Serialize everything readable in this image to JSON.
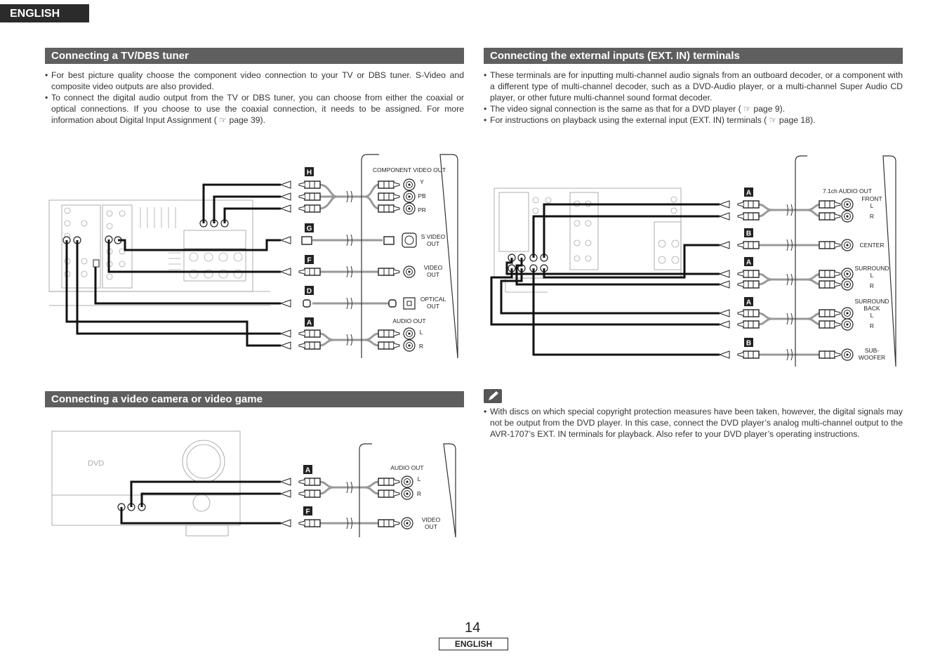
{
  "header": {
    "language_tab": "ENGLISH"
  },
  "sections": {
    "tv_dbs": {
      "title": "Connecting a TV/DBS tuner",
      "bullets": [
        "For best picture quality choose the component video connection to your TV or DBS tuner. S-Video and composite video outputs are also provided.",
        "To connect the digital audio output from the TV or DBS tuner, you can choose from either the coaxial or optical connections. If you choose to use the coaxial connection, it needs to be assigned. For more information about Digital Input Assignment ( ☞ page 39)."
      ]
    },
    "camera": {
      "title": "Connecting a video camera or video game"
    },
    "ext_in": {
      "title": "Connecting the external inputs (EXT. IN) terminals",
      "bullets": [
        "These terminals are for inputting multi-channel audio signals from an outboard decoder, or a component with a different type of multi-channel decoder, such as a DVD-Audio player, or a multi-channel Super Audio CD player, or other future multi-channel sound format decoder.",
        "The video signal connection is the same as that for a DVD player ( ☞ page 9).",
        "For instructions on playback using the external input (EXT. IN) terminals ( ☞ page 18)."
      ]
    },
    "note": {
      "icon": "pencil-note-icon",
      "bullets": [
        "With discs on which special copyright protection measures have been taken, however, the digital signals may not be output from the DVD player. In this case, connect the DVD player’s analog multi-channel output to the AVR-1707’s EXT. IN terminals for playback. Also refer to your DVD player’s operating instructions."
      ]
    }
  },
  "diagram_tv": {
    "cable_letters": [
      "H",
      "G",
      "F",
      "D",
      "A"
    ],
    "labels": {
      "component": "COMPONENT VIDEO OUT",
      "y": "Y",
      "pb": "PB",
      "pr": "PR",
      "svideo_1": "S VIDEO",
      "svideo_2": "OUT",
      "video_1": "VIDEO",
      "video_2": "OUT",
      "optical_1": "OPTICAL",
      "optical_2": "OUT",
      "audio": "AUDIO OUT",
      "l": "L",
      "r": "R"
    }
  },
  "diagram_camera": {
    "cable_letters": [
      "A",
      "F"
    ],
    "labels": {
      "audio": "AUDIO OUT",
      "l": "L",
      "r": "R",
      "video_1": "VIDEO",
      "video_2": "OUT",
      "display": "DVD"
    }
  },
  "diagram_ext": {
    "cable_letters": [
      "A",
      "B",
      "A",
      "A",
      "B"
    ],
    "labels": {
      "title": "7.1ch AUDIO OUT",
      "front": "FRONT",
      "l1": "L",
      "r1": "R",
      "center": "CENTER",
      "surround": "SURROUND",
      "l2": "L",
      "r2": "R",
      "sb_1": "SURROUND",
      "sb_2": "BACK",
      "l3": "L",
      "r3": "R",
      "sub_1": "SUB-",
      "sub_2": "WOOFER"
    }
  },
  "footer": {
    "page_number": "14",
    "language": "ENGLISH"
  }
}
